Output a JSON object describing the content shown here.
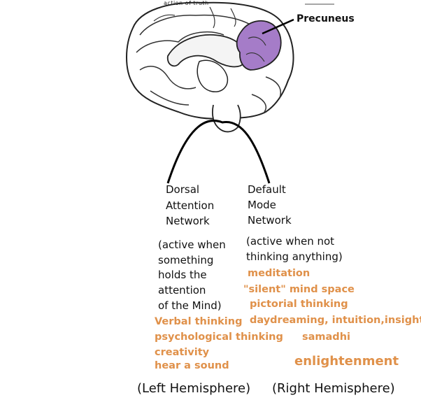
{
  "top_caption": "action of truth",
  "precuneus_label": "Precuneus",
  "dorsal": {
    "line1": "Dorsal",
    "line2": "Attention",
    "line3": "Network"
  },
  "default_mode": {
    "line1": "Default",
    "line2": "Mode",
    "line3": "Network"
  },
  "dorsal_desc": [
    "(active when",
    "something",
    "holds the",
    "attention",
    "of the Mind)"
  ],
  "default_desc": [
    "(active when not",
    "thinking anything)"
  ],
  "left_items": [
    "Verbal thinking",
    "psychological thinking",
    "creativity",
    "hear a sound"
  ],
  "right_items": [
    "meditation",
    "\"silent\" mind space",
    "pictorial thinking",
    "daydreaming, intuition,insight",
    "samadhi",
    "enlightenment"
  ],
  "left_hemisphere": "(Left Hemisphere)",
  "right_hemisphere": "(Right Hemisphere)",
  "colors": {
    "precuneus": "#a57cc8",
    "orange_text": "#e0914a",
    "line": "#000000"
  }
}
